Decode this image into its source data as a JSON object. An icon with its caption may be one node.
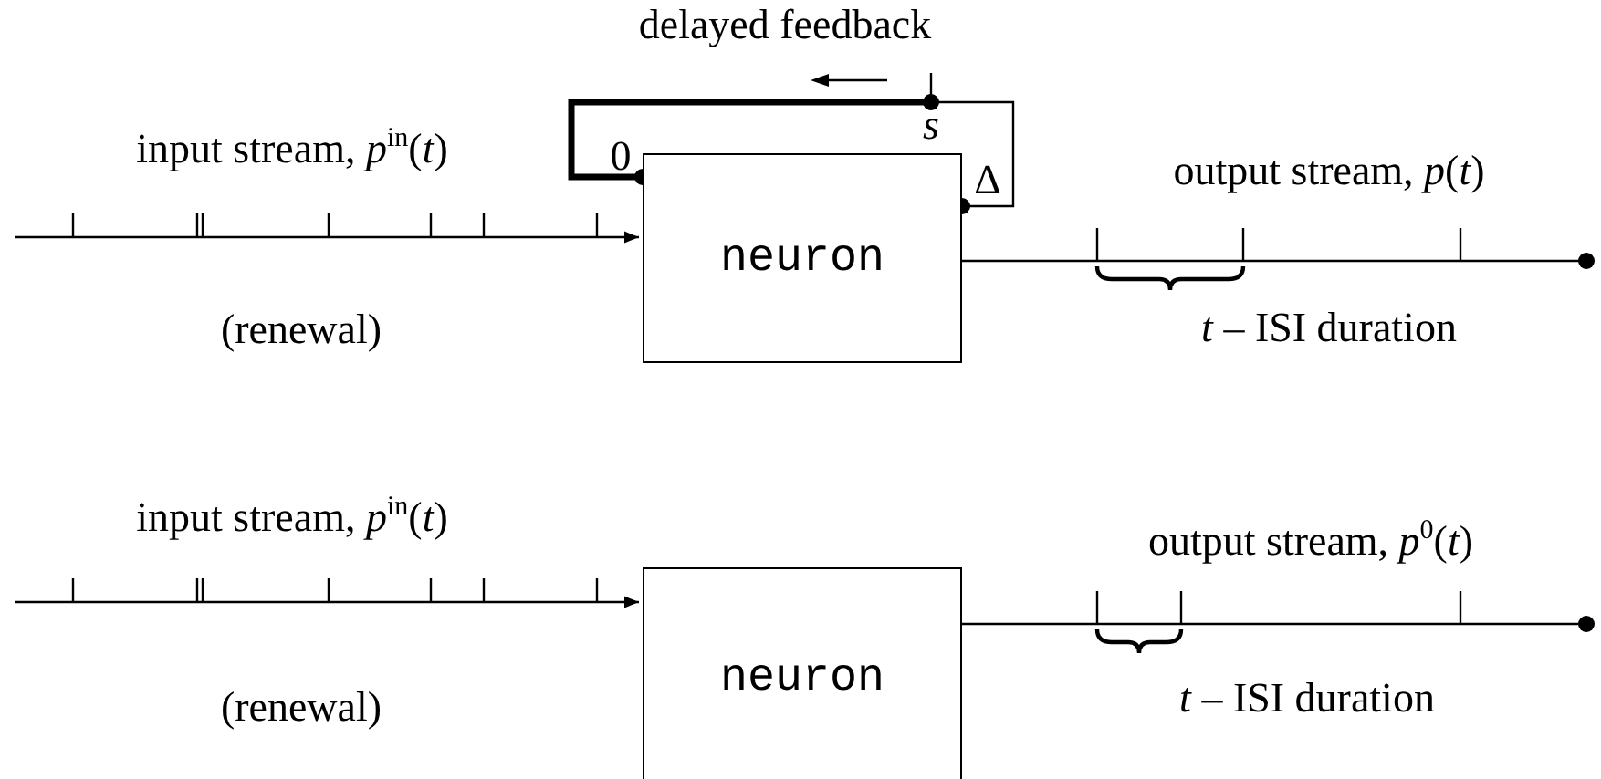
{
  "diagram": {
    "nodes": [
      {
        "text": [
          "neuron"
        ]
      },
      {
        "text": [
          "neuron"
        ]
      }
    ],
    "edges": [
      {
        "from": null,
        "to": 0,
        "arrow": "to"
      },
      {
        "from": 0,
        "to": null,
        "arrow": "other"
      },
      {
        "from": 0,
        "to": 0,
        "arrow": "other",
        "label": "delayed feedback"
      },
      {
        "from": null,
        "to": 1,
        "arrow": "to"
      },
      {
        "from": 1,
        "to": null,
        "arrow": "other"
      }
    ],
    "labels": [
      "input stream, *p*$^{in}$(*t*)",
      "0",
      "*s*",
      "Δ",
      "output stream, *p*(*t*)",
      "(renewal)",
      "*t* – ISI duration",
      "input stream, *p*$^{in}$(*t*)",
      "output stream, *p*$^{0}$(*t*)",
      "(renewal)",
      "*t* – ISI duration"
    ]
  }
}
